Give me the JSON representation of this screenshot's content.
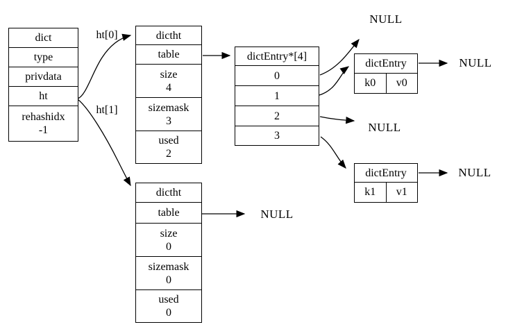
{
  "dict_box": {
    "cells": [
      {
        "label": "dict"
      },
      {
        "label": "type"
      },
      {
        "label": "privdata"
      },
      {
        "label": "ht"
      },
      {
        "label": "rehashidx",
        "value": "-1"
      }
    ]
  },
  "ht0_box": {
    "cells": [
      {
        "label": "dictht"
      },
      {
        "label": "table"
      },
      {
        "label": "size",
        "value": "4"
      },
      {
        "label": "sizemask",
        "value": "3"
      },
      {
        "label": "used",
        "value": "2"
      }
    ]
  },
  "ht1_box": {
    "cells": [
      {
        "label": "dictht"
      },
      {
        "label": "table"
      },
      {
        "label": "size",
        "value": "0"
      },
      {
        "label": "sizemask",
        "value": "0"
      },
      {
        "label": "used",
        "value": "0"
      }
    ]
  },
  "entry_array_box": {
    "header": "dictEntry*[4]",
    "slots": [
      "0",
      "1",
      "2",
      "3"
    ]
  },
  "entry0_box": {
    "header": "dictEntry",
    "key": "k0",
    "value": "v0"
  },
  "entry1_box": {
    "header": "dictEntry",
    "key": "k1",
    "value": "v1"
  },
  "edge_labels": {
    "ht0": "ht[0]",
    "ht1": "ht[1]"
  },
  "null_labels": {
    "slot0_target": "NULL",
    "entry0_next": "NULL",
    "slot2_target": "NULL",
    "entry1_next": "NULL",
    "ht1_table_target": "NULL"
  },
  "colors": {
    "line": "#000000",
    "background": "#ffffff"
  }
}
